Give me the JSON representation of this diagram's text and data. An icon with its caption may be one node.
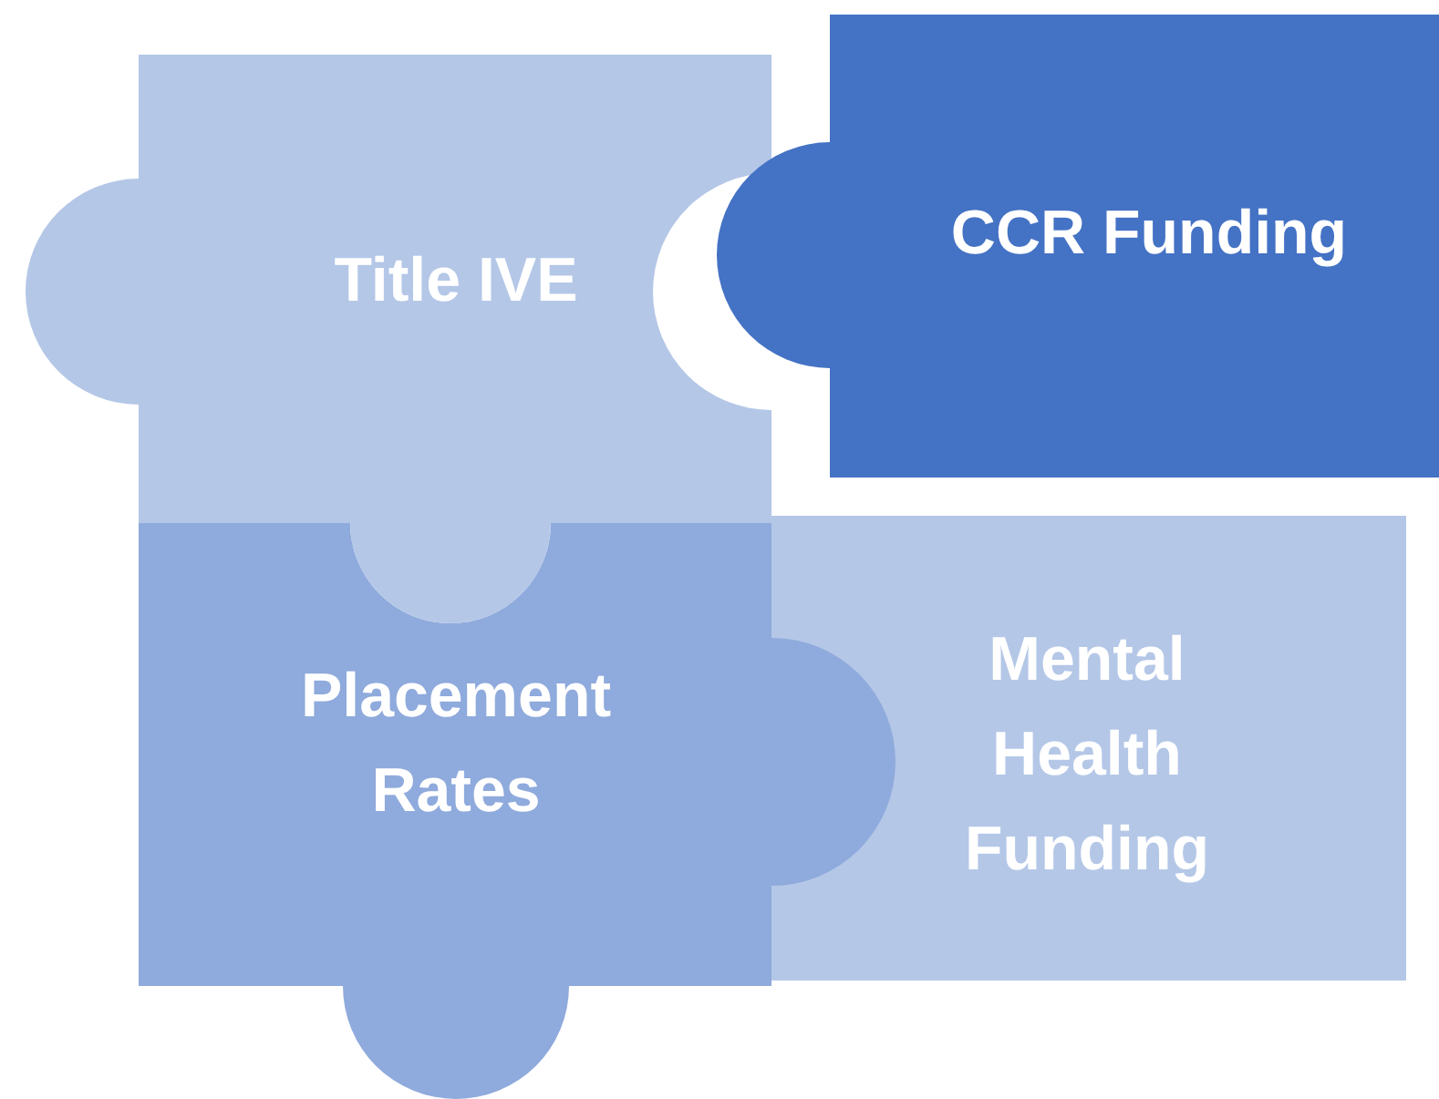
{
  "diagram": {
    "nodes": [
      {
        "text": [
          "Title IVE"
        ]
      },
      {
        "text": [
          "CCR Funding"
        ]
      },
      {
        "text": [
          "Placement Rates"
        ]
      },
      {
        "text": [
          "Mental Health Funding"
        ]
      }
    ]
  }
}
